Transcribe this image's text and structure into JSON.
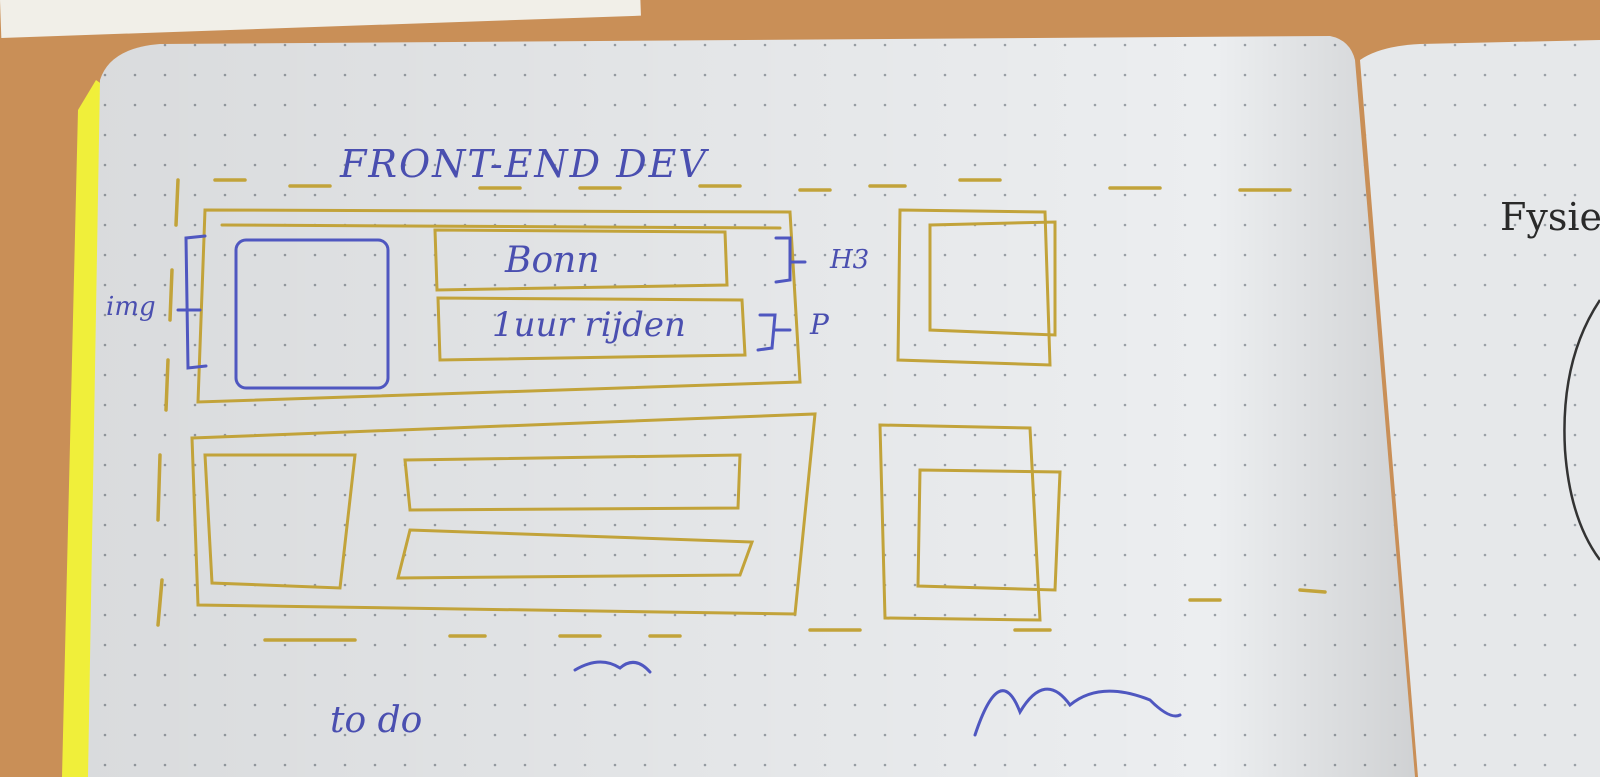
{
  "notebook": {
    "heading": "FRONT-END DEV",
    "annotations": {
      "img": "img",
      "title_text": "Bonn",
      "subtitle_text": "1uur rijden",
      "h3": "H3",
      "p": "P",
      "todo": "to do"
    },
    "right_page_text": "Fysie"
  },
  "colors": {
    "table": "#c98f57",
    "paper": "#eceef0",
    "gold_ink": "#b79a2c",
    "blue_ink": "#4a4fb0",
    "page_edge_yellow": "#f0ef3a"
  }
}
